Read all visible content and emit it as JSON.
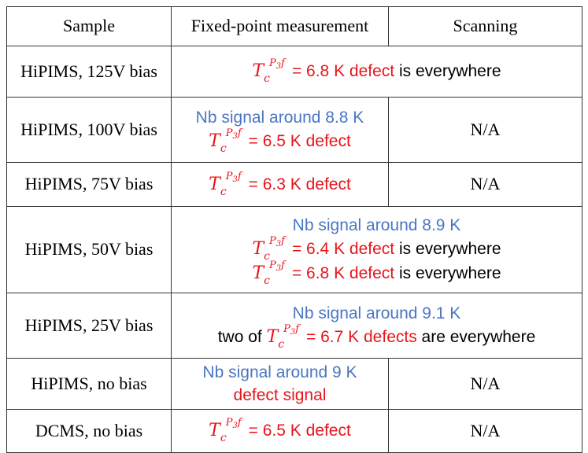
{
  "headers": [
    "Sample",
    "Fixed-point measurement",
    "Scanning"
  ],
  "symbol": {
    "T": "T",
    "c": "c",
    "P": "P",
    "three": "3",
    "f": "f"
  },
  "rows": {
    "r1": {
      "sample": "HiPIMS, 125V bias",
      "merged_value": "= 6.8 K defect",
      "merged_suffix": " is everywhere"
    },
    "r2": {
      "sample": "HiPIMS, 100V bias",
      "nb": "Nb signal around 8.8 K",
      "fixed_value": "= 6.5 K defect",
      "scanning": "N/A"
    },
    "r3": {
      "sample": "HiPIMS, 75V bias",
      "fixed_value": "= 6.3 K defect",
      "scanning": "N/A"
    },
    "r4": {
      "sample": "HiPIMS, 50V bias",
      "nb": "Nb signal around 8.9 K",
      "line2_value": "= 6.4 K defect",
      "line2_suffix": " is everywhere",
      "line3_value": "= 6.8 K defect",
      "line3_suffix": " is everywhere"
    },
    "r5": {
      "sample": "HiPIMS, 25V bias",
      "nb": "Nb signal around 9.1 K",
      "prefix": "two of ",
      "value": "= 6.7 K defects",
      "suffix": " are everywhere"
    },
    "r6": {
      "sample": "HiPIMS, no bias",
      "nb": "Nb signal around 9 K",
      "defect": "defect signal",
      "scanning": "N/A"
    },
    "r7": {
      "sample": "DCMS, no bias",
      "fixed_value": "= 6.5 K defect",
      "scanning": "N/A"
    }
  },
  "colors": {
    "red": "#e8141a",
    "blue": "#4a76c2",
    "border": "#333333"
  }
}
